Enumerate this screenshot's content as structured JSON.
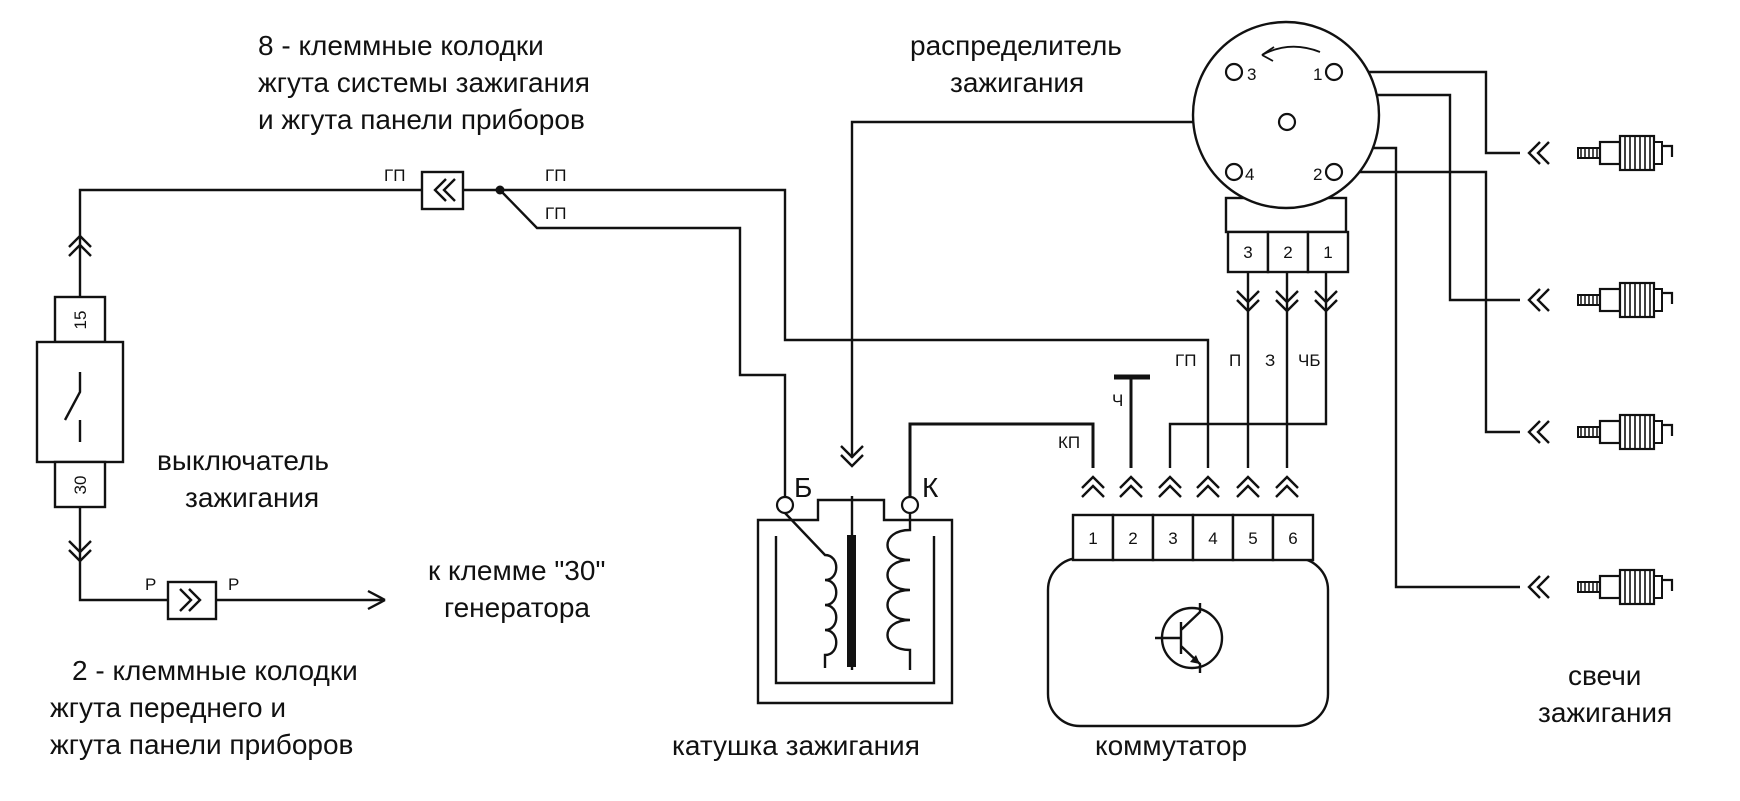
{
  "labels": {
    "connectors_8_line1": "8 - клеммные колодки",
    "connectors_8_line2": "жгута системы зажигания",
    "connectors_8_line3": "и жгута панели приборов",
    "distributor_line1": "распределитель",
    "distributor_line2": "зажигания",
    "switch_line1": "выключатель",
    "switch_line2": "зажигания",
    "to_generator_line1": "к клемме \"30\"",
    "to_generator_line2": "генератора",
    "connectors_2_line1": "2 - клеммные колодки",
    "connectors_2_line2": "жгута переднего и",
    "connectors_2_line3": "жгута панели приборов",
    "coil": "катушка зажигания",
    "commutator": "коммутатор",
    "plugs_line1": "свечи",
    "plugs_line2": "зажигания"
  },
  "wire_codes": {
    "gp_left": "ГП",
    "gp_top": "ГП",
    "gp_lower": "ГП",
    "p_left": "Р",
    "p_right": "Р",
    "gp_comm": "ГП",
    "p_comm": "П",
    "z_comm": "З",
    "chb_comm": "ЧБ",
    "ch_ground": "Ч",
    "kp": "КП"
  },
  "switch_terminals": {
    "top": "15",
    "bottom": "30"
  },
  "coil_terminals": {
    "b": "Б",
    "k": "К"
  },
  "distributor_terminals": {
    "t1": "1",
    "t2": "2",
    "t3": "3",
    "t4": "4"
  },
  "distributor_connector_pins": [
    "3",
    "2",
    "1"
  ],
  "commutator_pins": [
    "1",
    "2",
    "3",
    "4",
    "5",
    "6"
  ]
}
